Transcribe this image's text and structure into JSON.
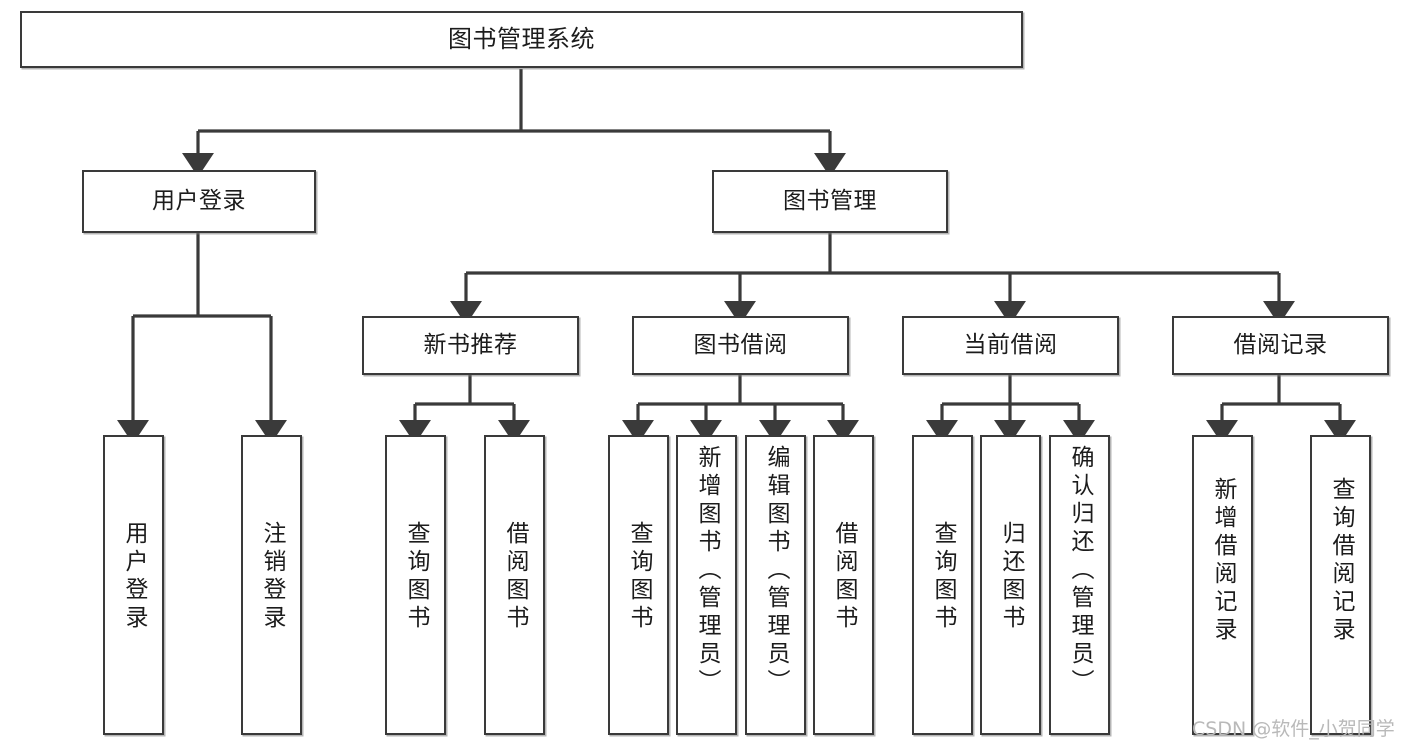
{
  "diagram": {
    "title": "图书管理系统",
    "type": "tree-hierarchy",
    "watermark": "CSDN @软件_小贺同学",
    "colors": {
      "background": "#ffffff",
      "box_border": "#3a3a3a",
      "box_fill": "#ffffff",
      "edge": "#3a3a3a",
      "text": "#1c1c1c",
      "watermark": "#b9b9b9"
    },
    "nodes": {
      "root": {
        "label": "图书管理系统",
        "level": 1,
        "orientation": "horizontal"
      },
      "l2": [
        {
          "id": "user-login",
          "label": "用户登录",
          "level": 2,
          "orientation": "horizontal"
        },
        {
          "id": "book-manage",
          "label": "图书管理",
          "level": 2,
          "orientation": "horizontal"
        }
      ],
      "l3": [
        {
          "id": "new-book-rec",
          "label": "新书推荐",
          "level": 3,
          "orientation": "horizontal",
          "parent": "book-manage"
        },
        {
          "id": "book-borrow",
          "label": "图书借阅",
          "level": 3,
          "orientation": "horizontal",
          "parent": "book-manage"
        },
        {
          "id": "current-borrow",
          "label": "当前借阅",
          "level": 3,
          "orientation": "horizontal",
          "parent": "book-manage"
        },
        {
          "id": "borrow-record",
          "label": "借阅记录",
          "level": 3,
          "orientation": "horizontal",
          "parent": "book-manage"
        }
      ],
      "leaves": [
        {
          "id": "leaf-user-login",
          "label": "用户登录",
          "parent": "user-login"
        },
        {
          "id": "leaf-logout",
          "label": "注销登录",
          "parent": "user-login"
        },
        {
          "id": "leaf-query-book-1",
          "label": "查询图书",
          "parent": "new-book-rec"
        },
        {
          "id": "leaf-borrow-book-1",
          "label": "借阅图书",
          "parent": "new-book-rec"
        },
        {
          "id": "leaf-query-book-2",
          "label": "查询图书",
          "parent": "book-borrow"
        },
        {
          "id": "leaf-add-book",
          "label": "新增图书（管理员）",
          "parent": "book-borrow"
        },
        {
          "id": "leaf-edit-book",
          "label": "编辑图书（管理员）",
          "parent": "book-borrow"
        },
        {
          "id": "leaf-borrow-book-2",
          "label": "借阅图书",
          "parent": "book-borrow"
        },
        {
          "id": "leaf-query-book-3",
          "label": "查询图书",
          "parent": "current-borrow"
        },
        {
          "id": "leaf-return-book",
          "label": "归还图书",
          "parent": "current-borrow"
        },
        {
          "id": "leaf-confirm-return",
          "label": "确认归还（管理员）",
          "parent": "current-borrow"
        },
        {
          "id": "leaf-add-record",
          "label": "新增借阅记录",
          "parent": "borrow-record"
        },
        {
          "id": "leaf-query-record",
          "label": "查询借阅记录",
          "parent": "borrow-record"
        }
      ]
    }
  }
}
